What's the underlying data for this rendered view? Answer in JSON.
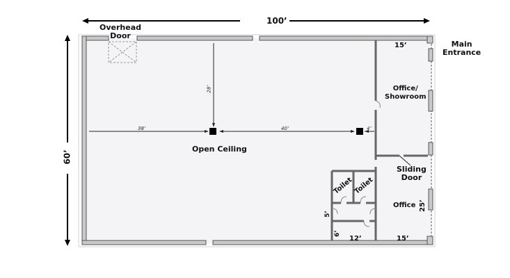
{
  "plan": {
    "overall_width": "100’",
    "overall_depth": "60’",
    "labels": {
      "overhead_door": [
        "Overhead",
        "Door"
      ],
      "main_entrance": [
        "Main",
        "Entrance"
      ],
      "office_showroom": [
        "Office/",
        "Showroom"
      ],
      "open_ceiling": "Open Ceiling",
      "sliding_door": [
        "Sliding",
        "Door"
      ],
      "office": "Office",
      "toilet_1": "Toilet",
      "toilet_2": "Toilet"
    },
    "dimensions": {
      "col_left_offset": "38’",
      "col_spacing": "40’",
      "col_right_offset": "4’",
      "col_top_offset": "28’",
      "showroom_width": "15’",
      "office_width": "15’",
      "office_depth": "25’",
      "restroom_width": "12’",
      "corridor_depth": "5’",
      "lower_room_depth": "6’"
    },
    "colors": {
      "wall_fill": "#c9c9c9",
      "wall_stroke": "#555555",
      "floor": "#f4f4f6",
      "column": "#000000"
    }
  }
}
